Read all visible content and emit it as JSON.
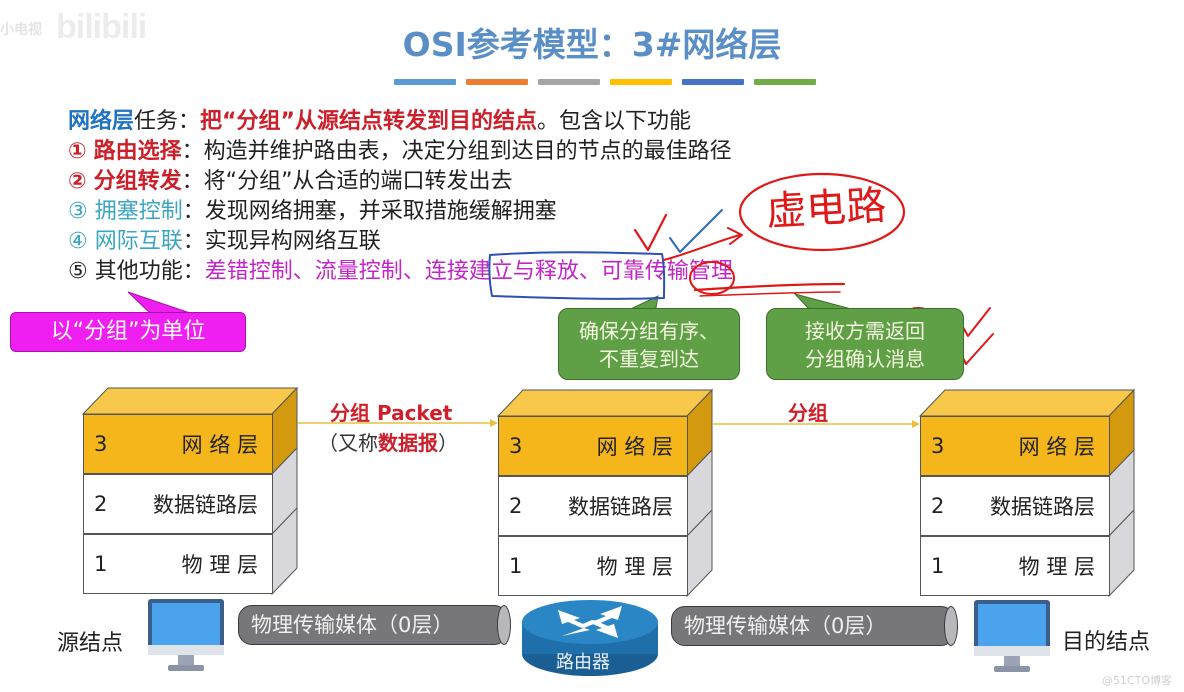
{
  "watermark": {
    "small": "小电视",
    "logo": "bilibili",
    "footer": "@51CTO博客"
  },
  "title": "OSI参考模型：3#网络层",
  "title_bars": [
    "#5b9bd5",
    "#ed7d31",
    "#a5a5a5",
    "#ffc000",
    "#4472c4",
    "#70ad47"
  ],
  "intro": {
    "head": "网络层",
    "mid": "任务：",
    "emph": "把“分组”从源结点转发到目的结点",
    "tail": "。包含以下功能"
  },
  "functions": [
    {
      "marker": "①",
      "name": "路由选择",
      "desc": "构造并维护路由表，决定分组到达目的节点的最佳路径"
    },
    {
      "marker": "②",
      "name": "分组转发",
      "desc": "将“分组”从合适的端口转发出去"
    },
    {
      "marker": "③",
      "name": "拥塞控制",
      "desc": "发现网络拥塞，并采取措施缓解拥塞"
    },
    {
      "marker": "④",
      "name": "网际互联",
      "desc": "实现异构网络互联"
    },
    {
      "marker": "⑤",
      "name": "其他功能",
      "items": [
        "差错控制",
        "流量控制",
        "连接建立与释放",
        "可靠传输管理"
      ],
      "sep": "、"
    }
  ],
  "colon": "：",
  "callouts": {
    "unit": "以“分组”为单位",
    "ordered_line1": "确保分组有序、",
    "ordered_line2": "不重复到达",
    "ack_line1": "接收方需返回",
    "ack_line2": "分组确认消息"
  },
  "annotation": {
    "handwritten": "虚电路"
  },
  "stacks": [
    {
      "id": "source",
      "layers": [
        {
          "num": "3",
          "label": "网 络 层"
        },
        {
          "num": "2",
          "label": "数据链路层"
        },
        {
          "num": "1",
          "label": "物 理 层"
        }
      ]
    },
    {
      "id": "router",
      "layers": [
        {
          "num": "3",
          "label": "网 络 层"
        },
        {
          "num": "2",
          "label": "数据链路层"
        },
        {
          "num": "1",
          "label": "物 理 层"
        }
      ]
    },
    {
      "id": "dest",
      "layers": [
        {
          "num": "3",
          "label": "网 络 层"
        },
        {
          "num": "2",
          "label": "数据链路层"
        },
        {
          "num": "1",
          "label": "物 理 层"
        }
      ]
    }
  ],
  "links": {
    "first_label": "分组 Packet",
    "first_sub_open": "（又称",
    "first_sub_emph": "数据报",
    "first_sub_close": "）",
    "second_label": "分组"
  },
  "media": {
    "pipe1": "物理传输媒体（0层）",
    "pipe2": "物理传输媒体（0层）"
  },
  "nodes": {
    "source": "源结点",
    "router": "路由器",
    "dest": "目的结点"
  },
  "colors": {
    "network_layer": "#f4b61a",
    "title": "#5a8ec7",
    "emphasis_red": "#cc1f2a",
    "magenta": "#c326c8",
    "green_callout": "#5fa046",
    "pipe": "#77777b",
    "router": "#1f6fab"
  }
}
